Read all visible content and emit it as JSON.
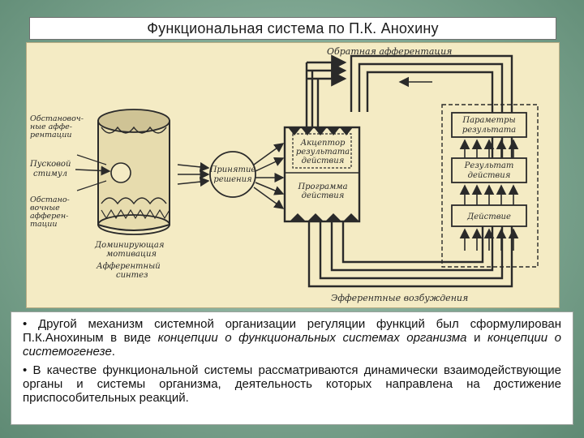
{
  "slide": {
    "title": "Функциональная система по П.К. Анохину"
  },
  "diagram": {
    "labels": {
      "top_arrow": "Обратная афферентация",
      "bottom_arrow": "Эфферентные возбуждения",
      "situational_1": "Обстановоч-",
      "situational_2": "ные аффе-",
      "situational_3": "рентации",
      "trigger_1": "Пусковой",
      "trigger_2": "стимул",
      "situational_b1": "Обстано-",
      "situational_b2": "вочные",
      "situational_b3": "афферен-",
      "situational_b4": "тации",
      "dominant_1": "Доминирующая",
      "dominant_2": "мотивация",
      "synthesis_1": "Афферентный",
      "synthesis_2": "синтез",
      "decision_1": "Принятие",
      "decision_2": "решения",
      "acceptor_1": "Акцептор",
      "acceptor_2": "результата",
      "acceptor_3": "действия",
      "program_1": "Программа",
      "program_2": "действия",
      "params_1": "Параметры",
      "params_2": "результата",
      "result_1": "Результат",
      "result_2": "действия",
      "action": "Действие"
    }
  },
  "text": {
    "b1_start": "• Другой механизм системной организации регуляции функций был сформулирован П.К.Анохиным в виде ",
    "b1_em1": "концепции о функциональных системах организма",
    "b1_mid": " и ",
    "b1_em2": "концепции о системогенезе",
    "b1_end": ".",
    "b2": "• В качестве функциональной системы рассматриваются динамически взаимодействующие органы и системы организма, деятельность которых направлена на достижение приспособительных реакций."
  }
}
